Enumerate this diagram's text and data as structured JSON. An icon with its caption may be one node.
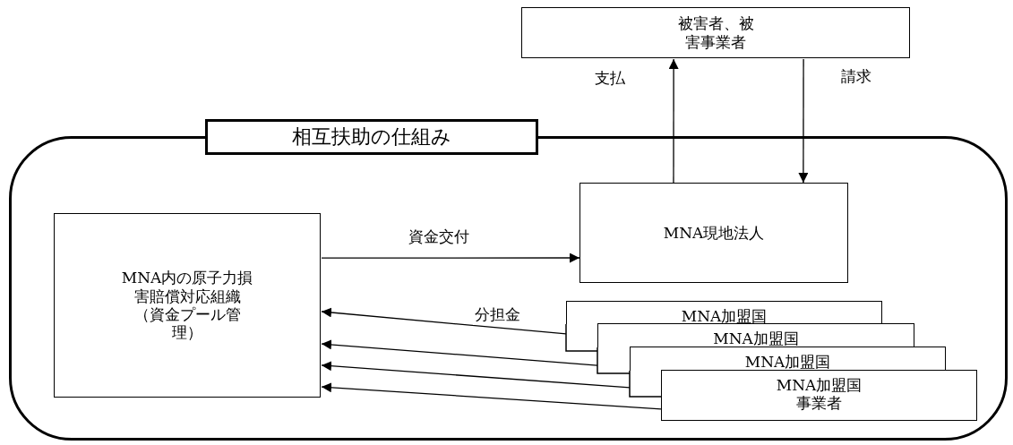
{
  "diagram": {
    "nodes": [
      {
        "text": [
          "相互扶助の仕組み"
        ]
      },
      {
        "text": [
          "被害者、被害事業者"
        ]
      },
      {
        "text": [
          "MNA内の原子力損害賠償対応組織（資金プール管理）"
        ],
        "in": 0
      },
      {
        "text": [
          "MNA現地法人"
        ],
        "in": 0
      },
      {
        "text": [
          "MNA加盟国"
        ],
        "in": 0
      },
      {
        "text": [
          "MNA加盟国"
        ],
        "in": 0
      },
      {
        "text": [
          "MNA加盟国"
        ],
        "in": 0
      },
      {
        "text": [
          "MNA加盟国事業者"
        ],
        "in": 0
      }
    ],
    "edges": [
      {
        "from": 3,
        "to": 1,
        "arrow": "to",
        "label": "支払"
      },
      {
        "from": 1,
        "to": 3,
        "arrow": "to",
        "label": "請求"
      },
      {
        "from": 2,
        "to": 3,
        "arrow": "to",
        "label": "資金交付"
      },
      {
        "from": 4,
        "to": 2,
        "arrow": "to",
        "label": "分担金"
      },
      {
        "from": 5,
        "to": 2,
        "arrow": "to"
      },
      {
        "from": 6,
        "to": 2,
        "arrow": "to"
      },
      {
        "from": 7,
        "to": 2,
        "arrow": "to"
      }
    ]
  }
}
